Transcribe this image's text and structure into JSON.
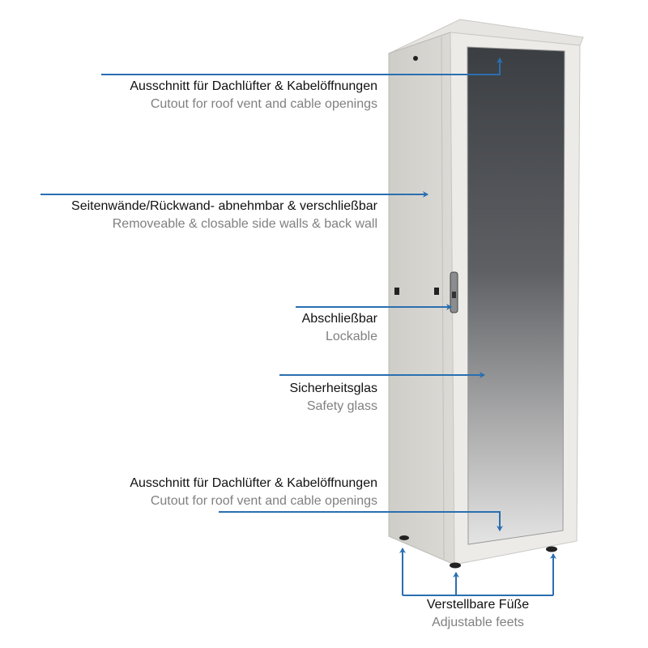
{
  "colors": {
    "arrow": "#2a6fb0",
    "german_text": "#111111",
    "english_text": "#808080"
  },
  "annotations": [
    {
      "de": "Ausschnitt für Dachlüfter & Kabelöffnungen",
      "en": "Cutout for roof vent and cable openings"
    },
    {
      "de": "Seitenwände/Rückwand- abnehmbar & verschließbar",
      "en": "Removeable & closable side walls & back wall"
    },
    {
      "de": "Abschließbar",
      "en": "Lockable"
    },
    {
      "de": "Sicherheitsglas",
      "en": "Safety glass"
    },
    {
      "de": "Ausschnitt für Dachlüfter & Kabelöffnungen",
      "en": "Cutout for roof vent and cable openings"
    },
    {
      "de": "Verstellbare Füße",
      "en": "Adjustable feets"
    }
  ]
}
